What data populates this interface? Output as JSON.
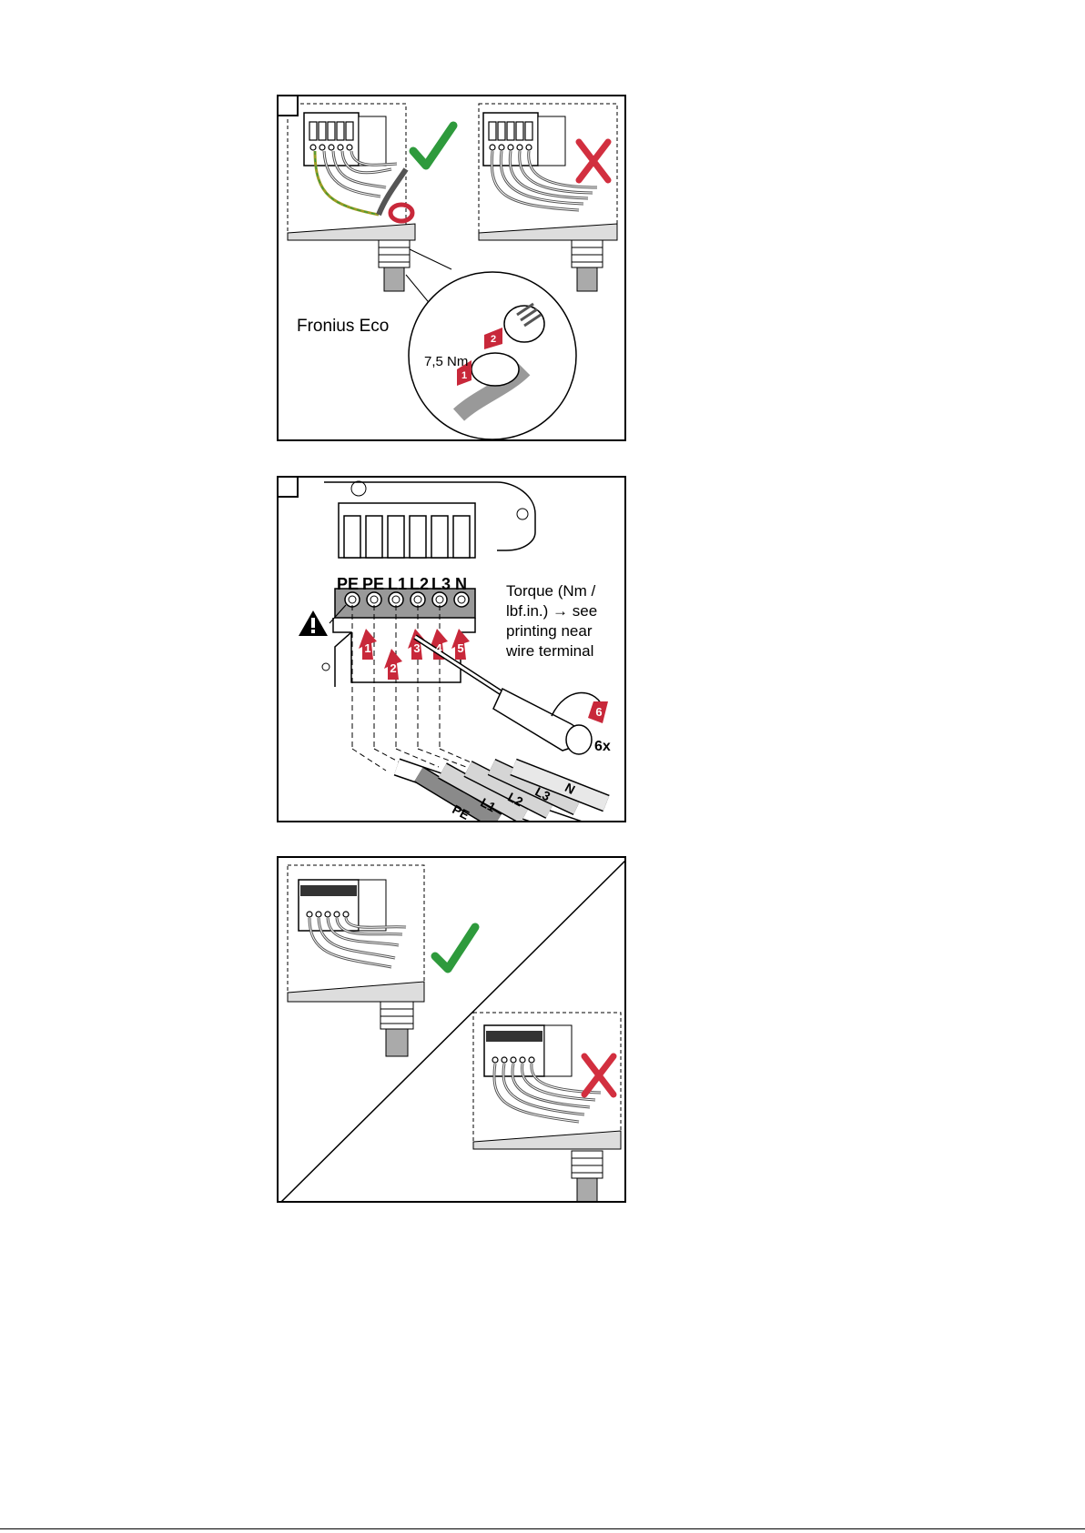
{
  "panel1": {
    "label": "Fronius Eco",
    "torque": "7,5 Nm",
    "check_icon": "checkmark-icon",
    "cross_icon": "cross-icon",
    "step_badges": [
      "1",
      "2"
    ]
  },
  "panel2": {
    "terminals": [
      "PE",
      "PE",
      "L1",
      "L2",
      "L3",
      "N"
    ],
    "torque_note": "Torque (Nm /\nlbf.in.) → see\nprinting near\nwire terminal",
    "count": "6x",
    "step_badges": [
      "1",
      "2",
      "3",
      "4",
      "5",
      "6"
    ],
    "wire_labels": [
      "PE",
      "L1",
      "L2",
      "L3",
      "N"
    ],
    "warning_icon": "warning-icon"
  },
  "panel3": {
    "check_icon": "checkmark-icon",
    "cross_icon": "cross-icon"
  },
  "colors": {
    "check_green": "#2e9a3c",
    "cross_red": "#d22f3f",
    "badge_red": "#c8283a",
    "wire_grey": "#8a8a8a"
  }
}
